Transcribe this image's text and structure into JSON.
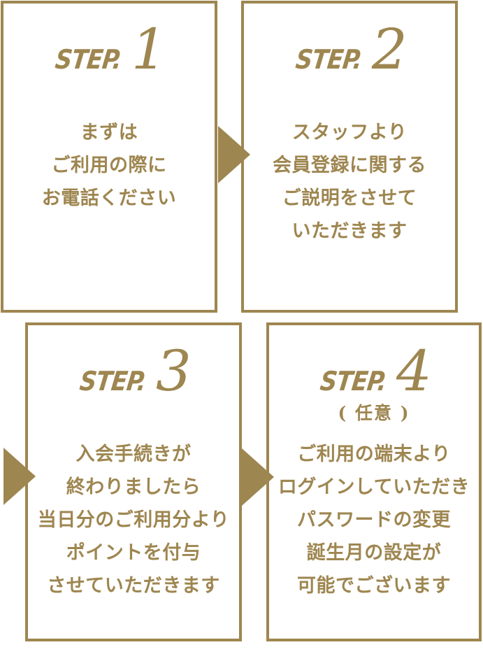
{
  "page": {
    "background_color": "#ffffff",
    "accent_color": "#9e8650"
  },
  "icons": {
    "flow_arrow": "right-triangle-arrow"
  },
  "steps": [
    {
      "label": "STEP.",
      "number": "1",
      "lines": [
        "まずは",
        "ご利用の際に",
        "お電話ください"
      ]
    },
    {
      "label": "STEP.",
      "number": "2",
      "lines": [
        "スタッフより",
        "会員登録に関する",
        "ご説明をさせて",
        "いただきます"
      ]
    },
    {
      "label": "STEP.",
      "number": "3",
      "lines": [
        "入会手続きが",
        "終わりましたら",
        "当日分のご利用分より",
        "ポイントを付与",
        "させていただきます"
      ]
    },
    {
      "label": "STEP.",
      "number": "4",
      "optional_note": "( 任意 )",
      "lines": [
        "ご利用の端末より",
        "ログインしていただき",
        "パスワードの変更",
        "誕生月の設定が",
        "可能でございます"
      ]
    }
  ]
}
